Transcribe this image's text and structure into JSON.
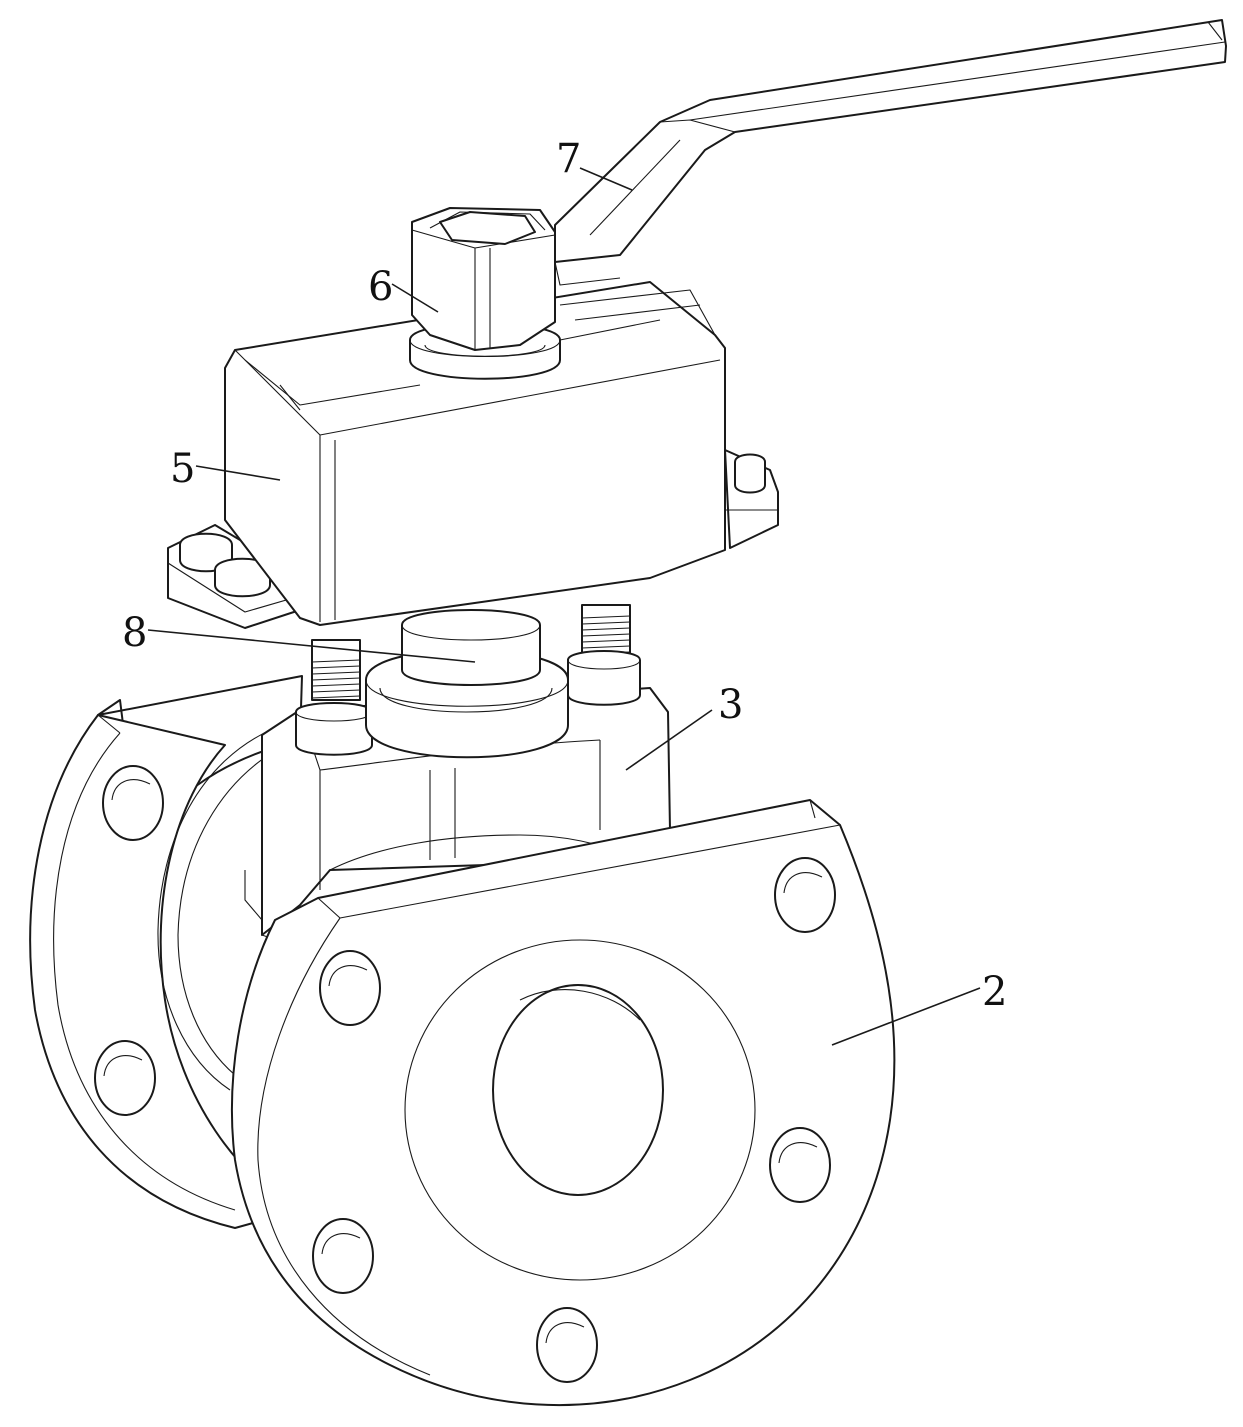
{
  "callouts": [
    {
      "id": "7",
      "text": "7"
    },
    {
      "id": "6",
      "text": "6"
    },
    {
      "id": "5",
      "text": "5"
    },
    {
      "id": "8",
      "text": "8"
    },
    {
      "id": "3",
      "text": "3"
    },
    {
      "id": "2",
      "text": "2"
    }
  ],
  "colors": {
    "line": "#1a1a1a",
    "background": "#ffffff"
  }
}
